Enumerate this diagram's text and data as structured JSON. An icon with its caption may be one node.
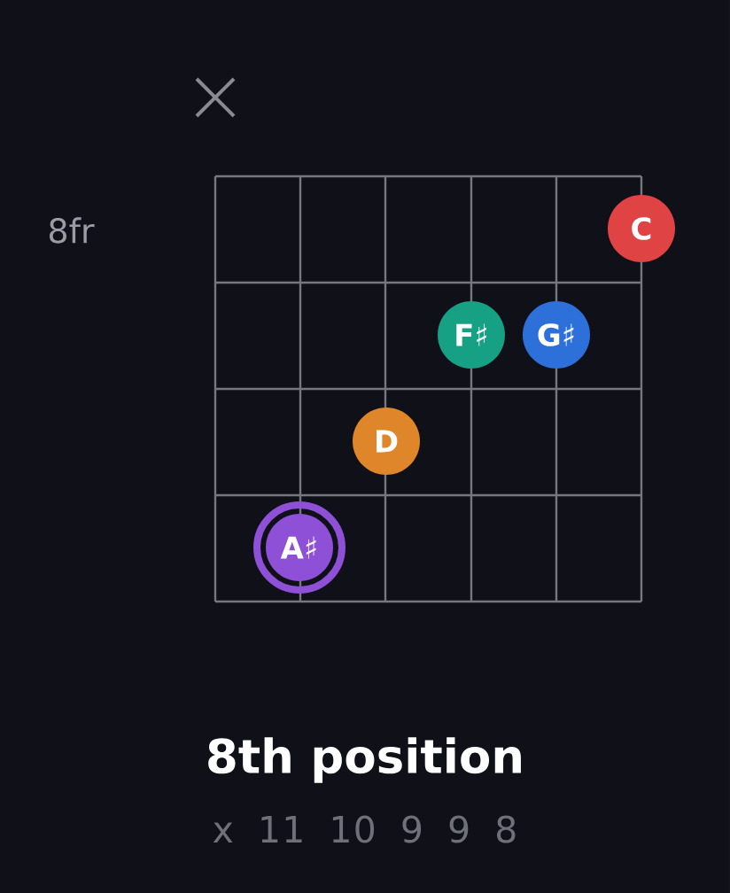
{
  "diagram": {
    "title": "8th position",
    "nodes": [
      {
        "text": [
          "C"
        ]
      },
      {
        "text": [
          "F♯"
        ]
      },
      {
        "text": [
          "G♯"
        ]
      },
      {
        "text": [
          "D"
        ]
      },
      {
        "text": [
          "A♯"
        ]
      }
    ],
    "labels": [
      "8fr",
      "x 11 10 9 9 8"
    ]
  }
}
